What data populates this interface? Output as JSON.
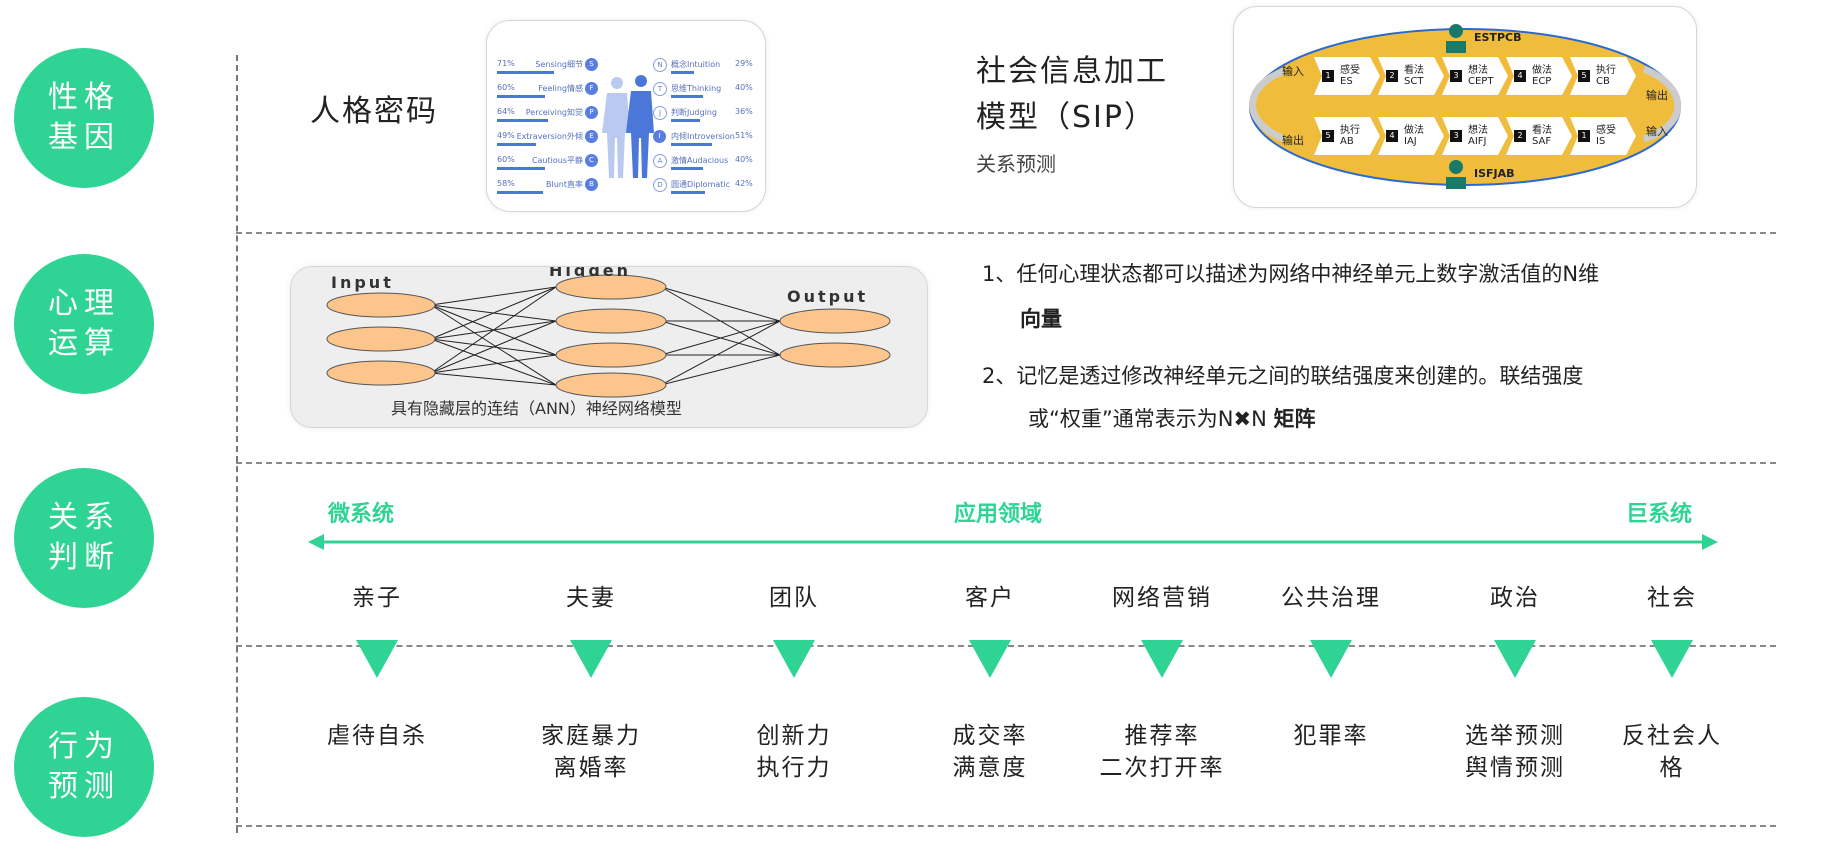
{
  "rows": [
    {
      "label": "性格\n基因"
    },
    {
      "label": "心理\n运算"
    },
    {
      "label": "关系\n判断"
    },
    {
      "label": "行为\n预测"
    }
  ],
  "row1": {
    "persona_title": "人格密码",
    "mbti_left": [
      {
        "pct": "71%",
        "label": "Sensing细节",
        "letter": "S"
      },
      {
        "pct": "60%",
        "label": "Feeling情感",
        "letter": "F"
      },
      {
        "pct": "64%",
        "label": "Perceiving知觉",
        "letter": "P"
      },
      {
        "pct": "49%",
        "label": "Extraversion外倾",
        "letter": "E"
      },
      {
        "pct": "60%",
        "label": "Cautious平静",
        "letter": "C"
      },
      {
        "pct": "58%",
        "label": "Blunt直率",
        "letter": "B"
      }
    ],
    "mbti_right": [
      {
        "letter": "N",
        "label": "概念Intuition",
        "pct": "29%"
      },
      {
        "letter": "T",
        "label": "思维Thinking",
        "pct": "40%"
      },
      {
        "letter": "J",
        "label": "判断Judging",
        "pct": "36%"
      },
      {
        "letter": "I",
        "label": "内倾Introversion",
        "pct": "51%"
      },
      {
        "letter": "A",
        "label": "激情Audacious",
        "pct": "40%"
      },
      {
        "letter": "D",
        "label": "圆通Diplomatic",
        "pct": "42%"
      }
    ],
    "sip_title_1": "社会信息加工",
    "sip_title_2": "模型（SIP）",
    "sip_sub": "关系预测",
    "sip": {
      "top_person": "ESTPCB",
      "bottom_person": "ISFJAB",
      "top_steps": [
        {
          "n": "1",
          "cn": "感受",
          "en": "ES"
        },
        {
          "n": "2",
          "cn": "看法",
          "en": "SCT"
        },
        {
          "n": "3",
          "cn": "想法",
          "en": "CEPT"
        },
        {
          "n": "4",
          "cn": "做法",
          "en": "ECP"
        },
        {
          "n": "5",
          "cn": "执行",
          "en": "CB"
        }
      ],
      "bottom_steps": [
        {
          "n": "5",
          "cn": "执行",
          "en": "AB"
        },
        {
          "n": "4",
          "cn": "做法",
          "en": "IAJ"
        },
        {
          "n": "3",
          "cn": "想法",
          "en": "AIFJ"
        },
        {
          "n": "2",
          "cn": "看法",
          "en": "SAF"
        },
        {
          "n": "1",
          "cn": "感受",
          "en": "IS"
        }
      ],
      "input_label": "输入",
      "output_label": "输出"
    }
  },
  "row2": {
    "ann_input": "Input",
    "ann_hidden": "Hidden",
    "ann_output": "Output",
    "ann_caption": "具有隐藏层的连结（ANN）神经网络模型",
    "p1_a": "1、任何心理状态都可以描述为网络中神经单元上数字激活值的N维",
    "p1_b": "向量",
    "p2_a": "2、记忆是透过修改神经单元之间的联结强度来创建的。联结强度",
    "p2_b_pre": "或“权重”通常表示为N",
    "p2_b_x": "✖",
    "p2_b_n": "N ",
    "p2_b_bold": "矩阵"
  },
  "row3": {
    "left": "微系统",
    "center": "应用领域",
    "right": "巨系统",
    "domains": [
      "亲子",
      "夫妻",
      "团队",
      "客户",
      "网络营销",
      "公共治理",
      "政治",
      "社会"
    ]
  },
  "row4": {
    "outcomes": [
      [
        "虐待自杀"
      ],
      [
        "家庭暴力",
        "离婚率"
      ],
      [
        "创新力",
        "执行力"
      ],
      [
        "成交率",
        "满意度"
      ],
      [
        "推荐率",
        "二次打开率"
      ],
      [
        "犯罪率"
      ],
      [
        "选举预测",
        "舆情预测"
      ],
      [
        "反社会人",
        "格"
      ]
    ]
  },
  "colors": {
    "accent": "#2fd494",
    "sip_fill": "#f0bc3c"
  }
}
